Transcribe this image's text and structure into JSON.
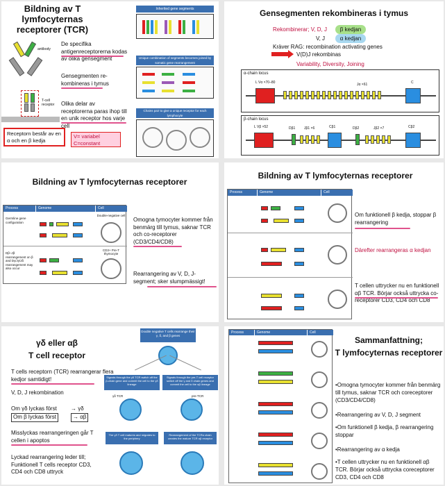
{
  "slide1": {
    "title": "Bildning av T lymfocyternas receptorer (TCR)",
    "text1": "De specifika antigenreceptorerna kodas av olika gensegment",
    "text2": "Gensegmenten re-kombineras i tymus",
    "text3": "Olika delar av receptorerna paras ihop till en unik receptor hos varje cell",
    "redbox": "Receptorn består av en α och en β kedja",
    "legend_v": "V= variabel",
    "legend_c": "C=constant",
    "panel1": "Inherited gene segments",
    "panel2": "Unique combination of segments becomes joined by somatic gene rearrangement",
    "panel3": "Chains pair to give a unique receptor for each lymphocyte",
    "antibody_label": "antibody",
    "tcell_label": "T-cell receptor"
  },
  "slide2": {
    "title": "Gensegmenten rekombineras i tymus",
    "rekomb_label": "Rekombinerar; V, D, J",
    "beta": "β kedjan",
    "vj": "V, J",
    "alpha": "α kedjan",
    "rag": "Kräver RAG: recombination activating genes",
    "vdj": "V(D)J rekombinas",
    "vdj_sub": "Variability, Diversity, Joining",
    "alpha_locus": "α-chain locus",
    "beta_locus": "β-chain locus",
    "lv_a": "L Vα ×70–80",
    "ja": "Jα ×61",
    "c_a": "C",
    "lv_b": "L Vβ ×52",
    "db1": "Dβ1",
    "jb1": "Jβ1 ×6",
    "cb1": "Cβ1",
    "db2": "Dβ2",
    "jb2": "Jβ2 ×7",
    "cb2": "Cβ2"
  },
  "slide3": {
    "title": "Bildning av T lymfocyternas receptorer",
    "col_process": "Process",
    "col_genome": "Genome",
    "col_cell": "Cell",
    "row1": "Germline gene configuration",
    "row2": "Dβ–Jβ rearrangement on β and Dγ/Jγ/Jδ rearrangement may also occur",
    "cell1": "Double-negative cell",
    "cell2": "CD3+ Pre-T thymocyte",
    "text1": "Omogna tymocyter kommer från benmärg till tymus, saknar TCR och co-receptorer (CD3/CD4/CD8)",
    "text2": "Rearrangering av V, D, J-segment; sker slumpmässigt!"
  },
  "slide4": {
    "title": "Bildning av T lymfocyternas receptorer",
    "col_process": "Process",
    "col_genome": "Genome",
    "col_cell": "Cell",
    "text1": "Om funktionell β kedja, stoppar β rearrangering",
    "text2": "Därefter rearrangeras α kedjan",
    "text3": "T cellen uttrycker nu en funktionell αβ TCR. Börjar också uttrycka co-receptorer CD3, CD4 och CD8"
  },
  "slide5": {
    "title1": "γδ eller αβ",
    "title2": "T cell receptor",
    "text1": "T cells receptorn (TCR) rearrangerar flera kedjor samtidigt!",
    "text2": "V, D, J rekombination",
    "line_gd": "Om γδ lyckas först",
    "arrow_gd": "→ γδ",
    "line_ab": "Om β lyckas först",
    "arrow_ab": "→ αβ",
    "text3": "Misslyckas rearrangeringen går T cellen i apoptos",
    "text4": "Lyckad rearrangering leder till; Funktionell T cells receptor CD3, CD4 och CD8 uttryck",
    "diagram_top": "Double negative T cells rearrange their γ, δ, and β genes",
    "left_box": "Signals through the γδ TCR switch off the β-chain gene and commit the cell to the γδ lineage",
    "right_box": "Signals through the pre-T cell receptor switch off the γ and δ chain genes and commit the cell to the αβ lineage",
    "left_bottom": "The γδ T cell matures and migrates to the periphery",
    "right_bottom": "Rearrangement of the TCRα chain creates the mature TCR αβ receptor",
    "gd_tcr": "γδ TCR",
    "pre_tcr": "pre-TCR"
  },
  "slide6": {
    "title1": "Sammanfattning;",
    "title2": "T lymfocyternas receptorer",
    "b1": "•Omogna tymocyter kommer från benmärg till tymus, saknar TCR och coreceptorer (CD3/CD4/CD8)",
    "b2": "•Rearrangering av V, D, J segment",
    "b3": "•Om funktionell β kedja, β rearrangering stoppar",
    "b4": "•Rearrangering av α kedja",
    "b5": "•T cellen uttrycker nu en funktionell αβ TCR. Börjar också uttrycka coreceptorer CD3, CD4 och CD8"
  },
  "colors": {
    "red": "#e02020",
    "blue": "#2a8ee0",
    "yellow": "#e8e030",
    "green": "#3cb043",
    "pink": "#e0528c",
    "header_blue": "#3a6fb0"
  }
}
